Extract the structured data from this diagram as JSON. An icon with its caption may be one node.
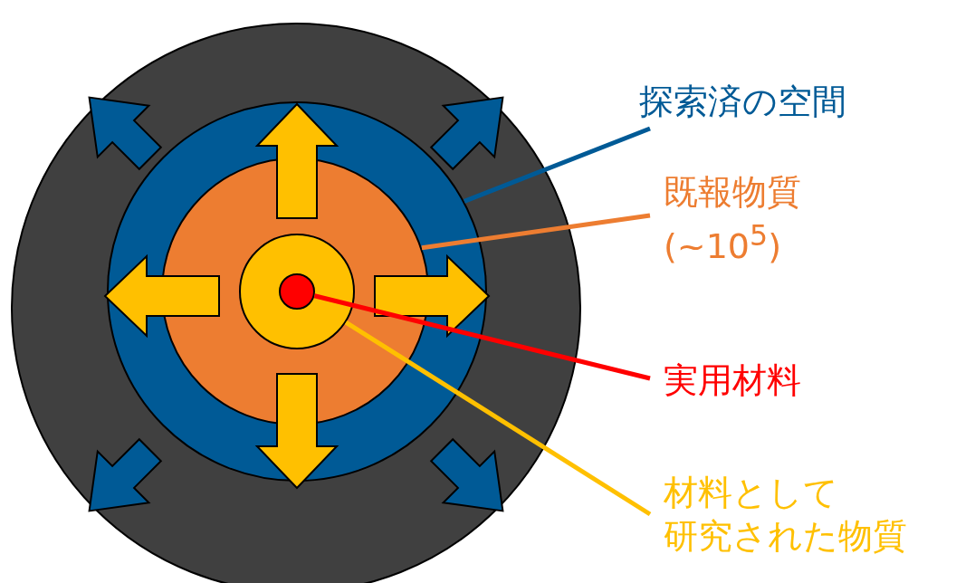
{
  "diagram": {
    "nodes": [
      {
        "text": [],
        "shape": "circle"
      },
      {
        "text": [],
        "shape": "circle",
        "in": 0
      },
      {
        "text": [],
        "shape": "circle",
        "in": 1
      },
      {
        "text": [],
        "shape": "circle",
        "in": 2
      },
      {
        "text": [],
        "shape": "circle",
        "in": 3
      },
      {
        "text": [
          "探索済の空間"
        ]
      },
      {
        "text": [
          "既報物質 (~10$^{5}$)"
        ]
      },
      {
        "text": [
          "実用材料"
        ]
      },
      {
        "text": [
          "材料として研究された物質"
        ]
      }
    ],
    "edges": [
      {
        "from": 5,
        "to": 1,
        "arrow": "none",
        "color": "#005a96"
      },
      {
        "from": 6,
        "to": 2,
        "arrow": "none",
        "color": "#ed7d31"
      },
      {
        "from": 7,
        "to": 4,
        "arrow": "none",
        "color": "#ff0000"
      },
      {
        "from": 8,
        "to": 3,
        "arrow": "none",
        "color": "#ffc000"
      }
    ]
  }
}
